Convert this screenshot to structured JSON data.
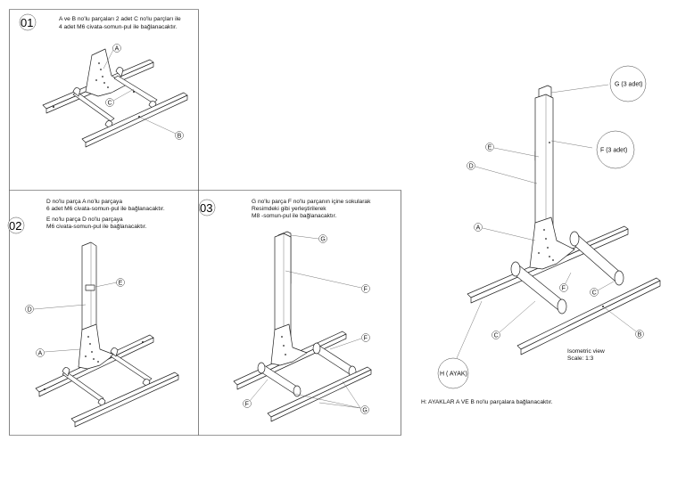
{
  "steps": [
    {
      "number": "01",
      "lines": [
        "A ve  B no'lu  parçaları 2 adet C no'lu parçları ile",
        "4 adet M6 civata-somun-pul ile bağlanacaktır."
      ],
      "labels": [
        "A",
        "C",
        "B"
      ]
    },
    {
      "number": "02",
      "lines": [
        "D no'lu parça A no'lu parçaya",
        "6 adet M6 civata-somun-pul ile bağlanacaktır.",
        "",
        "E no'lu parça D no'lu parçaya",
        "M6 civata-somun-pul ile bağlanacaktır."
      ],
      "labels": [
        "E",
        "D",
        "A"
      ]
    },
    {
      "number": "03",
      "lines": [
        "G no'lu parça F no'lu parçanın içine sokularak",
        "Resimdeki gibi yerleştirilerek",
        "M8 -somun-pul ile bağlanacaktır."
      ],
      "labels": [
        "G",
        "F",
        "F",
        "F",
        "G"
      ]
    }
  ],
  "isometric": {
    "callouts": {
      "g": "G (3 adet)",
      "f": "F  (3 adet)",
      "e": "E",
      "d": "D",
      "a": "A",
      "f2": "F",
      "c1": "C",
      "c2": "C",
      "b": "B",
      "h": "H ( AYAK)"
    },
    "view_title": "Isometric view",
    "scale": "Scale:  1:3",
    "footnote": "H: AYAKLAR  A VE B no'lu parçalara bağlanacaktır."
  }
}
